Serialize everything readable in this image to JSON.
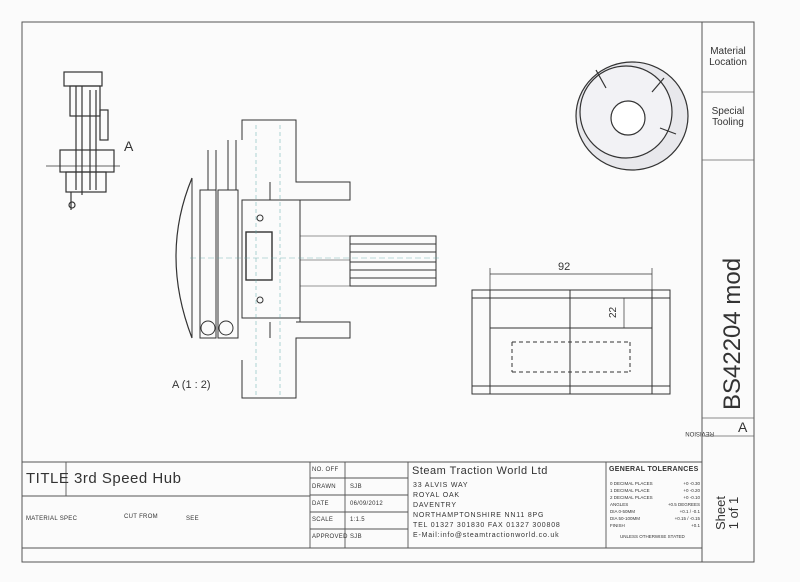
{
  "side_panel": {
    "material_location": "Material\nLocation",
    "special_tooling": "Special\nTooling",
    "drawing_number": "BS42204 mod",
    "revision_label": "REVISION",
    "revision_value": "A",
    "sheet": "Sheet\n1 of 1"
  },
  "views": {
    "section_marker": "A",
    "detail_label": "A (1 : 2)",
    "dim_width": "92",
    "dim_depth": "22"
  },
  "title_block": {
    "title_label": "TITLE",
    "title_value": "3rd Speed Hub",
    "material_spec": "MATERIAL SPEC",
    "cut_from": "CUT FROM",
    "see": "SEE",
    "fields": [
      {
        "label": "NO. OFF",
        "value": ""
      },
      {
        "label": "DRAWN",
        "value": "SJB"
      },
      {
        "label": "DATE",
        "value": "06/09/2012"
      },
      {
        "label": "SCALE",
        "value": "1:1.5"
      },
      {
        "label": "APPROVED",
        "value": "SJB"
      }
    ],
    "company": "Steam Traction World Ltd",
    "address_lines": [
      "33 ALVIS WAY",
      "ROYAL OAK",
      "DAVENTRY",
      "NORTHAMPTONSHIRE NN11 8PG",
      "TEL 01327 301830    FAX 01327 300808",
      "E-Mail:info@steamtractionworld.co.uk"
    ],
    "tolerances_title": "GENERAL TOLERANCES",
    "tolerances": [
      {
        "label": "0 DECIMAL PLACES",
        "value": "+0 -0.30"
      },
      {
        "label": "1 DECIMAL PLACE",
        "value": "+0 -0.20"
      },
      {
        "label": "2 DECIMAL PLACES",
        "value": "+0 -0.10"
      },
      {
        "label": "ANGLES",
        "value": "+0.5 DEGREES"
      },
      {
        "label": "DIA 0-50MM",
        "value": "+0.1 / -0.1"
      },
      {
        "label": "DIA 50-100MM",
        "value": "+0.15 / -0.15"
      },
      {
        "label": "FINISH",
        "value": "+0.1"
      }
    ],
    "tolerance_note": "UNLESS OTHERWISE STATED"
  }
}
